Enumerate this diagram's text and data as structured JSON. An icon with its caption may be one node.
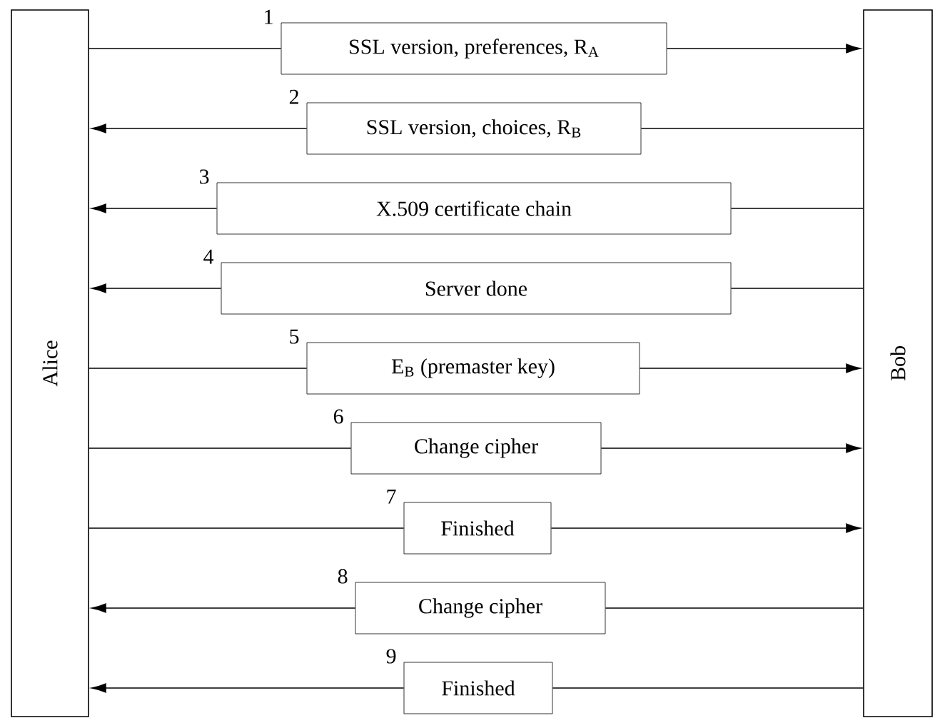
{
  "diagram": {
    "nodes": [
      {
        "text": [
          "Alice"
        ]
      },
      {
        "text": [
          "Bob"
        ]
      },
      {
        "text": [
          "SSL version, preferences, R$_{A}$"
        ],
        "beside": [
          "1"
        ]
      },
      {
        "text": [
          "SSL version, choices, R$_{B}$"
        ],
        "beside": [
          "2"
        ]
      },
      {
        "text": [
          "X.509 certificate chain"
        ],
        "beside": [
          "3"
        ]
      },
      {
        "text": [
          "Server done"
        ],
        "beside": [
          "4"
        ]
      },
      {
        "text": [
          "E$_{B}$ (premaster key)"
        ],
        "beside": [
          "5"
        ]
      },
      {
        "text": [
          "Change cipher"
        ],
        "beside": [
          "6"
        ]
      },
      {
        "text": [
          "Finished"
        ],
        "beside": [
          "7"
        ]
      },
      {
        "text": [
          "Change cipher"
        ],
        "beside": [
          "8"
        ]
      },
      {
        "text": [
          "Finished"
        ],
        "beside": [
          "9"
        ]
      }
    ],
    "edges": [
      {
        "from": 0,
        "to": 2,
        "arrow": "none"
      },
      {
        "from": 2,
        "to": 1,
        "arrow": "to"
      },
      {
        "from": 1,
        "to": 3,
        "arrow": "none"
      },
      {
        "from": 3,
        "to": 0,
        "arrow": "to"
      },
      {
        "from": 1,
        "to": 4,
        "arrow": "none"
      },
      {
        "from": 4,
        "to": 0,
        "arrow": "to"
      },
      {
        "from": 1,
        "to": 5,
        "arrow": "none"
      },
      {
        "from": 5,
        "to": 0,
        "arrow": "to"
      },
      {
        "from": 0,
        "to": 6,
        "arrow": "none"
      },
      {
        "from": 6,
        "to": 1,
        "arrow": "to"
      },
      {
        "from": 0,
        "to": 7,
        "arrow": "none"
      },
      {
        "from": 7,
        "to": 1,
        "arrow": "to"
      },
      {
        "from": 0,
        "to": 8,
        "arrow": "none"
      },
      {
        "from": 8,
        "to": 1,
        "arrow": "to"
      },
      {
        "from": 1,
        "to": 9,
        "arrow": "none"
      },
      {
        "from": 9,
        "to": 0,
        "arrow": "to"
      },
      {
        "from": 1,
        "to": 10,
        "arrow": "none"
      },
      {
        "from": 10,
        "to": 0,
        "arrow": "to"
      }
    ]
  }
}
